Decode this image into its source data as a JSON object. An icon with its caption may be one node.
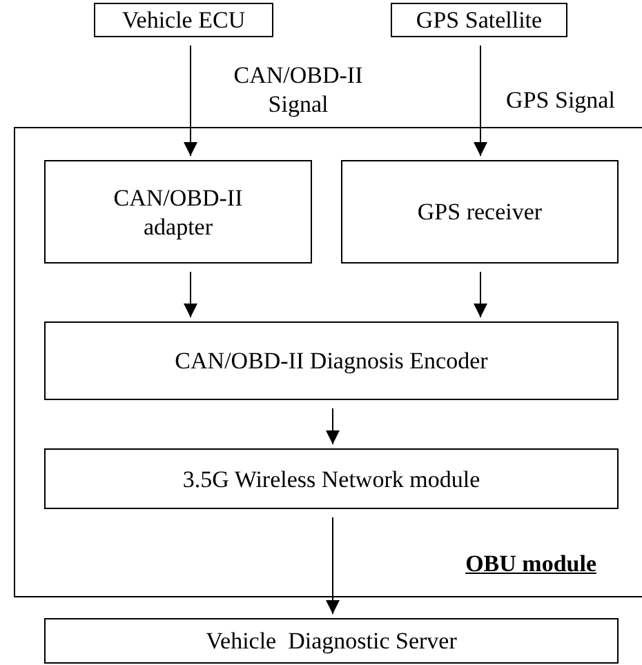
{
  "diagram": {
    "nodes": [
      {
        "text": [
          "Vehicle ECU"
        ]
      },
      {
        "text": [
          "GPS Satellite"
        ]
      },
      {
        "text": [
          "OBU module"
        ]
      },
      {
        "text": [
          "CAN/OBD-II adapter"
        ],
        "in": 2
      },
      {
        "text": [
          "GPS receiver"
        ],
        "in": 2
      },
      {
        "text": [
          "CAN/OBD-II Diagnosis Encoder"
        ],
        "in": 2
      },
      {
        "text": [
          "3.5G Wireless Network module"
        ],
        "in": 2
      },
      {
        "text": [
          "Vehicle  Diagnostic Server"
        ]
      }
    ],
    "edges": [
      {
        "from": 0,
        "to": 3,
        "arrow": "to",
        "label": "CAN/OBD-II Signal"
      },
      {
        "from": 1,
        "to": 4,
        "arrow": "to",
        "label": "GPS Signal"
      },
      {
        "from": 3,
        "to": 5,
        "arrow": "to"
      },
      {
        "from": 4,
        "to": 5,
        "arrow": "to"
      },
      {
        "from": 5,
        "to": 6,
        "arrow": "to"
      },
      {
        "from": 6,
        "to": 7,
        "arrow": "to"
      }
    ]
  }
}
